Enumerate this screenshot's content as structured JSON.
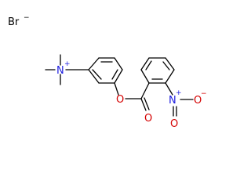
{
  "molecule": {
    "counter_ion": {
      "symbol": "Br",
      "charge": "−"
    },
    "ammonium": {
      "symbol": "N",
      "charge": "+"
    },
    "ester_oxygen": "O",
    "carbonyl_oxygen": "O",
    "nitro": {
      "nitrogen": "N",
      "oxygen_top": "O",
      "oxygen_right": "O",
      "charge_n": "+",
      "charge_o": "−"
    }
  },
  "colors": {
    "bond": "#000000",
    "oxygen": "#d40000",
    "nitrogen": "#2020e0",
    "bromine": "#000000"
  }
}
